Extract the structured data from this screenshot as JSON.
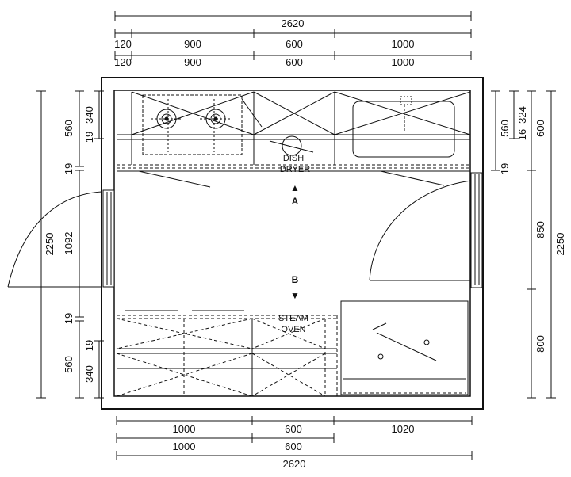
{
  "dimensions": {
    "top_total": "2620",
    "top_row1": [
      "120",
      "900",
      "600",
      "1000"
    ],
    "top_row2": [
      "120",
      "900",
      "600",
      "1000"
    ],
    "bottom_row1": [
      "1000",
      "600",
      "1020"
    ],
    "bottom_row2": [
      "1000",
      "600"
    ],
    "bottom_total": "2620",
    "left_outer": "2250",
    "left_upper": "560",
    "left_upper_inner": "340",
    "left_upper_strip": "19",
    "left_gap_top": "19",
    "left_middle": "1092",
    "left_gap_bottom": "19",
    "left_lower_strip": "19",
    "left_lower": "560",
    "left_lower_inner": "340",
    "right_upper": "560",
    "right_upper_inner": "324",
    "right_upper_strip": "16",
    "right_top_600": "600",
    "right_gap": "19",
    "right_middle": "850",
    "right_lower": "800",
    "right_outer": "2250"
  },
  "labels": {
    "dish_dryer_line1": "DISH",
    "dish_dryer_line2": "DRYER",
    "marker_a": "A",
    "marker_b": "B",
    "steam_oven_line1": "STEAM",
    "steam_oven_line2": "OVEN",
    "arrow_up": "▲",
    "arrow_down": "▼"
  }
}
